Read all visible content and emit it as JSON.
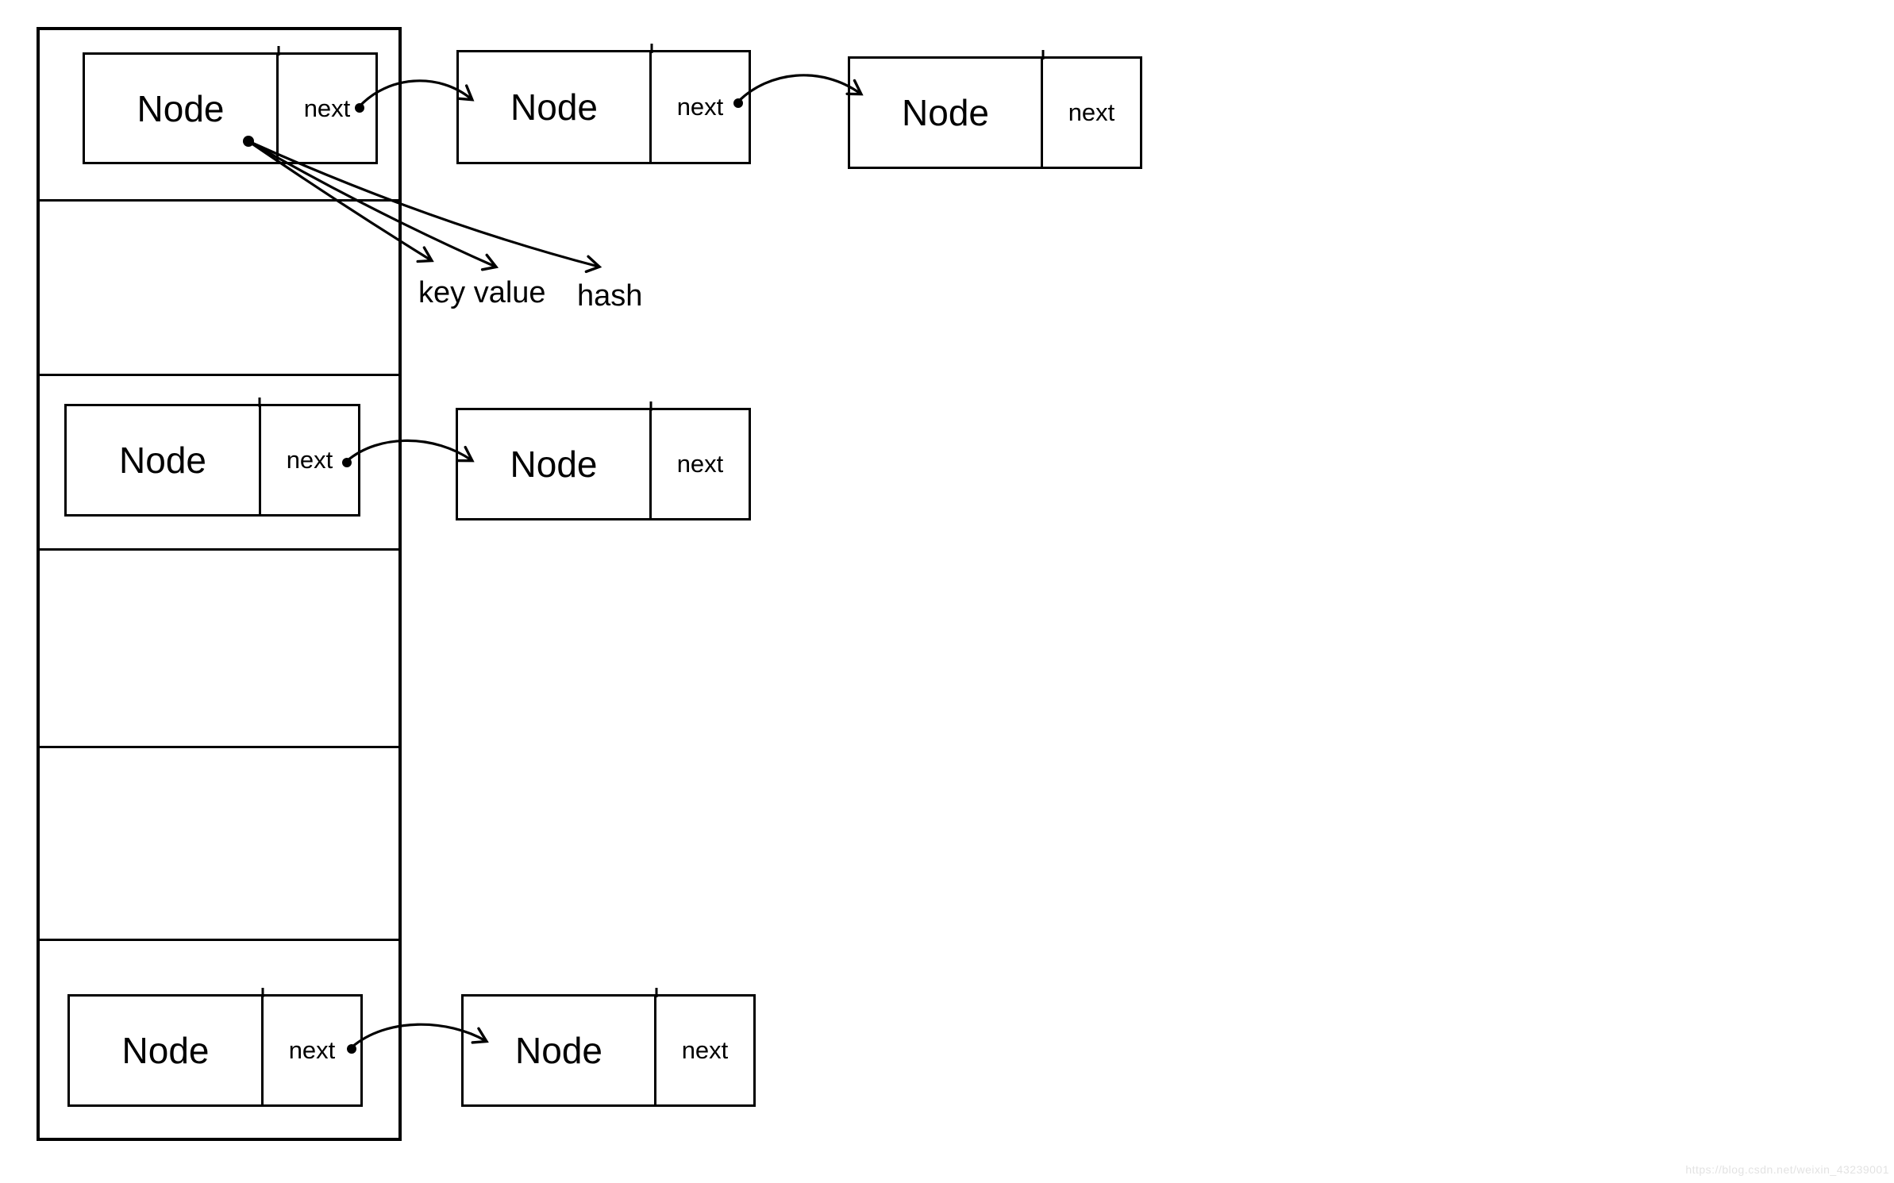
{
  "labels": {
    "node": "Node",
    "next": "next"
  },
  "annotations": {
    "key_value": "key value",
    "hash": "hash"
  },
  "structure": {
    "bucket_count": 6,
    "chains": [
      {
        "bucket_index": 1,
        "node_count": 3
      },
      {
        "bucket_index": 3,
        "node_count": 2
      },
      {
        "bucket_index": 6,
        "node_count": 2
      }
    ],
    "field_arrows_from_first_node": [
      "key",
      "value",
      "hash"
    ]
  },
  "watermark": {
    "text": "https://blog.csdn.net/weixin_43239001"
  },
  "colors": {
    "stroke": "#000000",
    "background": "#ffffff",
    "watermark_text": "#e3e3e3"
  }
}
